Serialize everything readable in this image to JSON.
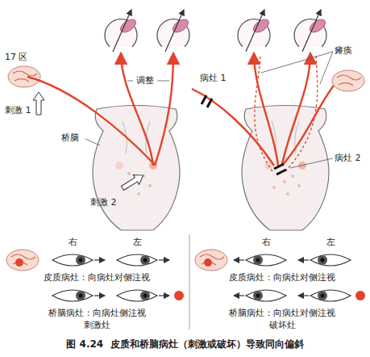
{
  "diagram": {
    "caption": "图 4.24  皮质和桥脑病灶（刺激或破坏）导致同向偏斜",
    "labels": [
      "17 区",
      "调整",
      "瘫痪",
      "病灶 1",
      "桥脑",
      "病灶 2",
      "刺激 1",
      "刺激 2",
      "右",
      "左",
      "右",
      "左",
      "皮质病灶：向病灶对侧注视",
      "皮质病灶：向病灶对侧注视",
      "桥脑病灶：向病灶侧注视",
      "刺激灶",
      "桥脑病灶：向病灶对侧注视",
      "破坏灶"
    ]
  }
}
